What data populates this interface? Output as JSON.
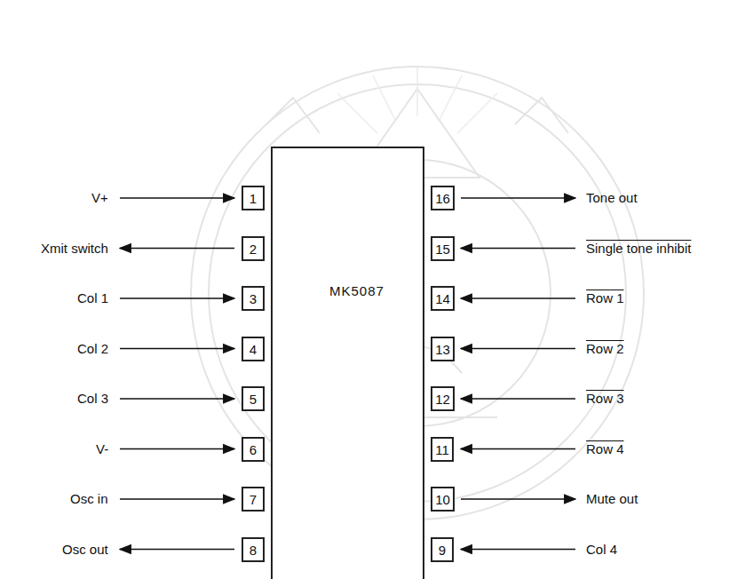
{
  "diagram": {
    "nodes": [
      {
        "text": [
          "MK5087"
        ]
      },
      {
        "text": [
          "1"
        ]
      },
      {
        "text": [
          "2"
        ]
      },
      {
        "text": [
          "3"
        ]
      },
      {
        "text": [
          "4"
        ]
      },
      {
        "text": [
          "5"
        ]
      },
      {
        "text": [
          "6"
        ]
      },
      {
        "text": [
          "7"
        ]
      },
      {
        "text": [
          "8"
        ]
      },
      {
        "text": [
          "16"
        ]
      },
      {
        "text": [
          "15"
        ]
      },
      {
        "text": [
          "14"
        ]
      },
      {
        "text": [
          "13"
        ]
      },
      {
        "text": [
          "12"
        ]
      },
      {
        "text": [
          "11"
        ]
      },
      {
        "text": [
          "10"
        ]
      },
      {
        "text": [
          "9"
        ]
      }
    ],
    "labels": [
      "V+",
      "Xmit switch",
      "Col 1",
      "Col 2",
      "Col 3",
      "V-",
      "Osc in",
      "Osc out",
      "Tone out",
      "Single tone inhibit",
      "Row 1",
      "Row 2",
      "Row 3",
      "Row 4",
      "Mute out",
      "Col 4"
    ]
  }
}
